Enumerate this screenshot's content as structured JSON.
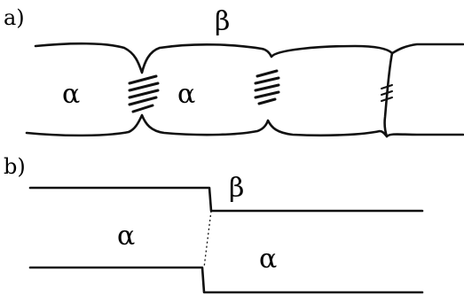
{
  "panel_a": {
    "label": "a)",
    "region_labels": {
      "left": "α",
      "middle": "α",
      "top": "β"
    }
  },
  "panel_b": {
    "label": "b)",
    "region_labels": {
      "left": "α",
      "right_top": "β",
      "right_bottom": "α"
    }
  }
}
